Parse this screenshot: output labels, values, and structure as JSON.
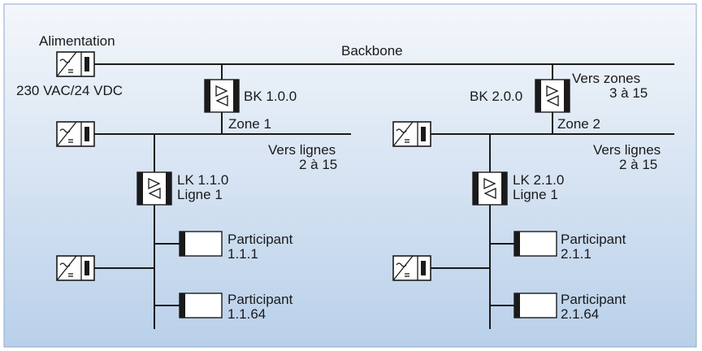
{
  "labels": {
    "alimentation": "Alimentation",
    "voltage": "230 VAC/24 VDC",
    "backbone": "Backbone",
    "bk1": "BK 1.0.0",
    "bk2": "BK 2.0.0",
    "zone1": "Zone 1",
    "zone2": "Zone 2",
    "vers_zones_1": "Vers zones",
    "vers_zones_2": "3 à 15",
    "vers_lignes_a1": "Vers lignes",
    "vers_lignes_a2": "2 à 15",
    "vers_lignes_b1": "Vers lignes",
    "vers_lignes_b2": "2 à 15",
    "lk1_1": "LK 1.1.0",
    "lk1_2": "Ligne 1",
    "lk2_1": "LK 2.1.0",
    "lk2_2": "Ligne 1",
    "p1_name": "Participant",
    "p1_addr": "1.1.1",
    "p2_name": "Participant",
    "p2_addr": "1.1.64",
    "p3_name": "Participant",
    "p3_addr": "2.1.1",
    "p4_name": "Participant",
    "p4_addr": "2.1.64"
  },
  "colors": {
    "background_top": "#f4f7fb",
    "background_bottom": "#b9d0ea",
    "line": "#1a1a1a"
  }
}
